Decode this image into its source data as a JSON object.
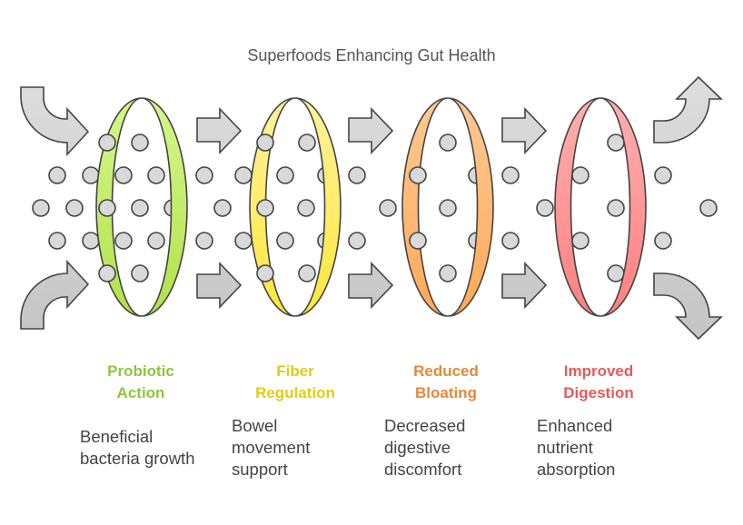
{
  "title": "Superfoods Enhancing Gut Health",
  "stages": [
    {
      "label": [
        "Probiotic",
        "Action"
      ],
      "description": [
        "Beneficial",
        "bacteria growth"
      ],
      "color": "#8dc63f",
      "ring_gradient": [
        "#d4f78c",
        "#b2e14a"
      ]
    },
    {
      "label": [
        "Fiber",
        "Regulation"
      ],
      "description": [
        "Bowel",
        "movement",
        "support"
      ],
      "color": "#e0cc16",
      "ring_gradient": [
        "#fff29c",
        "#ffe63c"
      ]
    },
    {
      "label": [
        "Reduced",
        "Bloating"
      ],
      "description": [
        "Decreased",
        "digestive",
        "discomfort"
      ],
      "color": "#e5883a",
      "ring_gradient": [
        "#ffc993",
        "#ffaa57"
      ]
    },
    {
      "label": [
        "Improved",
        "Digestion"
      ],
      "description": [
        "Enhanced",
        "nutrient",
        "absorption"
      ],
      "color": "#e65a5a",
      "ring_gradient": [
        "#ffafaf",
        "#ff8080"
      ]
    }
  ],
  "colors": {
    "arrow_fill": [
      "#dddddd",
      "#c5c5c5"
    ],
    "particle_fill": "#d9d9d9",
    "outline": "#444444"
  }
}
